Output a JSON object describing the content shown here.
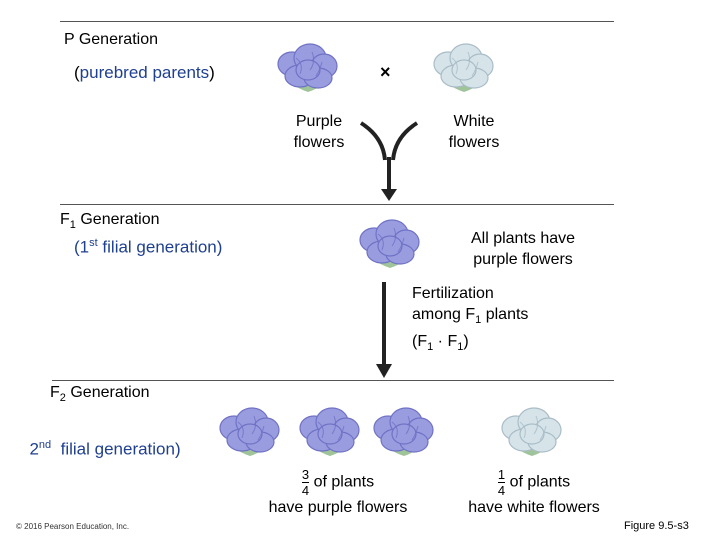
{
  "p_generation": {
    "title": "P Generation",
    "subtitle_open": "(",
    "subtitle_text": "purebred parents",
    "subtitle_close": ")",
    "cross_symbol": "×",
    "purple_label": "Purple flowers",
    "purple_label_line1": "Purple",
    "purple_label_line2": "flowers",
    "white_label_line1": "White",
    "white_label_line2": "flowers"
  },
  "f1_generation": {
    "title_prefix": "F",
    "title_sub": "1",
    "title_suffix": " Generation",
    "subtitle_prefix": "(1",
    "subtitle_sup": "st",
    "subtitle_suffix": " filial generation)",
    "note_line1": "All plants have",
    "note_line2": "purple flowers"
  },
  "fertilization": {
    "line1": "Fertilization",
    "line2_prefix": "among F",
    "line2_sub": "1",
    "line2_suffix": " plants",
    "line3_prefix": "(F",
    "line3_sub1": "1",
    "line3_mid": " · F",
    "line3_sub2": "1",
    "line3_suffix": ")"
  },
  "f2_generation": {
    "title_prefix": "F",
    "title_sub": "2",
    "title_suffix": " Generation",
    "subtitle_prefix": "2",
    "subtitle_sup": "nd",
    "subtitle_suffix": "  filial generation)",
    "purple_num": "3",
    "purple_den": "4",
    "purple_text1": " of plants",
    "purple_text2": "have purple flowers",
    "white_num": "1",
    "white_den": "4",
    "white_text1": " of plants",
    "white_text2": "have white flowers"
  },
  "footer": {
    "copyright": "© 2016 Pearson Education, Inc.",
    "figure": "Figure 9.5-s3"
  },
  "colors": {
    "purple_flower": "#9a9ce0",
    "purple_flower_dark": "#6f72c4",
    "white_flower": "#d6e4ea",
    "white_flower_dark": "#a9bcc6",
    "leaf": "#9fc49a",
    "blue_text": "#1f3f8f"
  }
}
